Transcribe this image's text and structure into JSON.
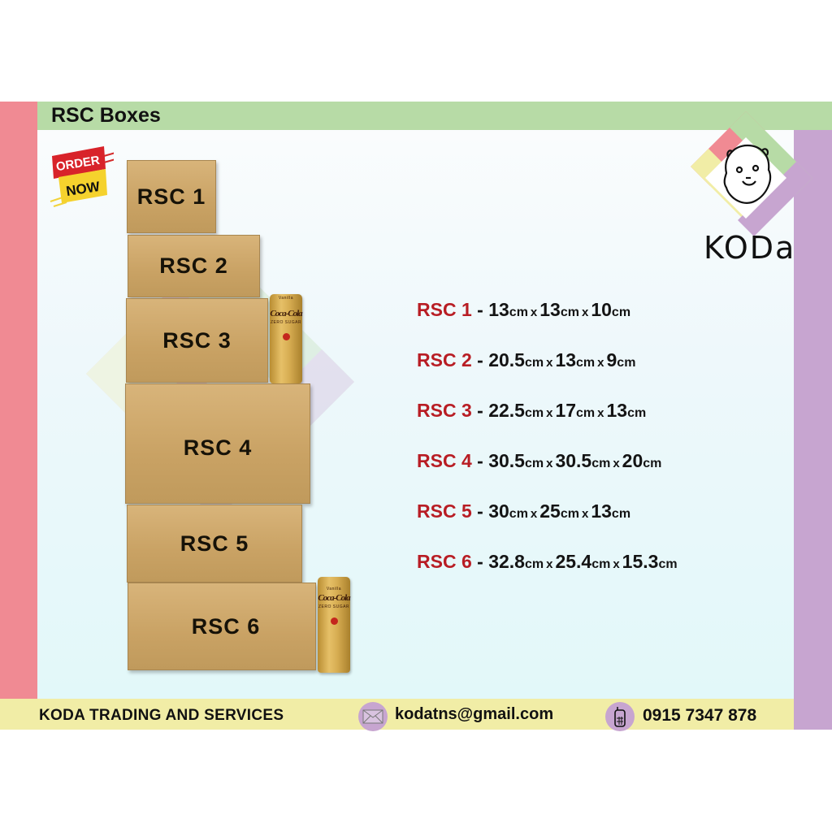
{
  "header": {
    "title": "RSC Boxes"
  },
  "badge": {
    "line1": "ORDER",
    "line2": "NOW"
  },
  "logo": {
    "text": "KODa",
    "icon": "bear-head-icon"
  },
  "boxes": [
    {
      "label": "RSC 1"
    },
    {
      "label": "RSC 2"
    },
    {
      "label": "RSC 3"
    },
    {
      "label": "RSC 4"
    },
    {
      "label": "RSC 5"
    },
    {
      "label": "RSC 6"
    }
  ],
  "cans": {
    "brand": "Coca-Cola",
    "variant": "Vanilla",
    "sub": "ZERO SUGAR"
  },
  "specs": [
    {
      "name": "RSC 1",
      "sep": "-",
      "d1": "13",
      "d2": "13",
      "d3": "10",
      "unit": "cm",
      "x": "x"
    },
    {
      "name": "RSC 2",
      "sep": "-",
      "d1": "20.5",
      "d2": "13",
      "d3": "9",
      "unit": "cm",
      "x": "x"
    },
    {
      "name": "RSC 3",
      "sep": "-",
      "d1": "22.5",
      "d2": "17",
      "d3": "13",
      "unit": "cm",
      "x": "x"
    },
    {
      "name": "RSC 4",
      "sep": "-",
      "d1": "30.5",
      "d2": "30.5",
      "d3": "20",
      "unit": "cm",
      "x": "x"
    },
    {
      "name": "RSC 5",
      "sep": "-",
      "d1": "30",
      "d2": "25",
      "d3": "13",
      "unit": "cm",
      "x": "x"
    },
    {
      "name": "RSC 6",
      "sep": "-",
      "d1": "32.8",
      "d2": "25.4",
      "d3": "15.3",
      "unit": "cm",
      "x": "x"
    }
  ],
  "footer": {
    "company": "KODA TRADING AND SERVICES",
    "email": "kodatns@gmail.com",
    "phone": "0915 7347 878"
  },
  "colors": {
    "red": "#f08a93",
    "green": "#b7dba6",
    "purple": "#c7a5d0",
    "yellow": "#f1eda6",
    "spec_name": "#b81d24"
  }
}
